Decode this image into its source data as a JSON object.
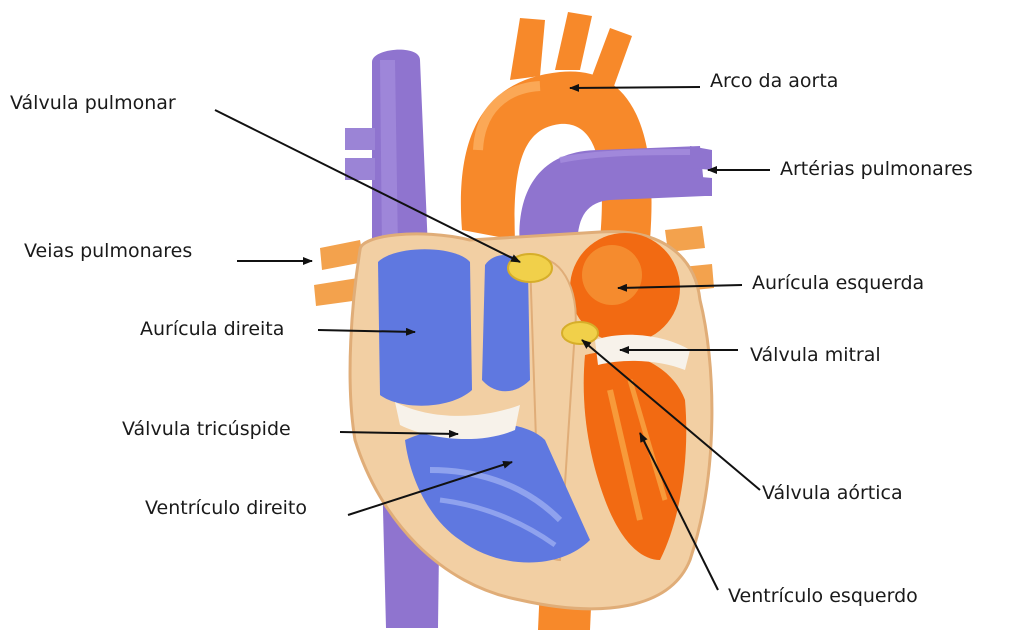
{
  "labels": {
    "valvula_pulmonar": "Válvula pulmonar",
    "arco_da_aorta": "Arco da aorta",
    "arterias_pulmonares": "Artérias pulmonares",
    "veias_pulmonares": "Veias pulmonares",
    "auricula_esquerda": "Aurícula esquerda",
    "auricula_direita": "Aurícula direita",
    "valvula_mitral": "Válvula mitral",
    "valvula_tricuspide": "Válvula tricúspide",
    "valvula_aortica": "Válvula aórtica",
    "ventriculo_direito": "Ventrículo direito",
    "ventriculo_esquerdo": "Ventrículo esquerdo"
  },
  "colors": {
    "aorta": "#f7892a",
    "aorta_light": "#fbb061",
    "vessel_purple": "#8f74cf",
    "vessel_purple_dark": "#6f58b4",
    "chamber_blue": "#5f78e0",
    "chamber_blue_light": "#8fa2ee",
    "wall": "#f2cfa3",
    "wall_dark": "#e0ad78",
    "left_orange": "#f26a12",
    "valve_yellow": "#f1d04a",
    "line": "#111111"
  }
}
